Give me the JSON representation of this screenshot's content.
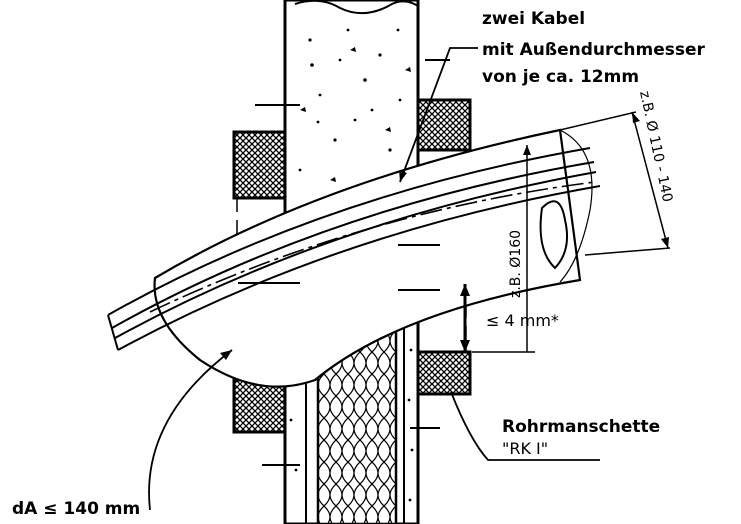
{
  "labels": {
    "cable_line1": "zwei Kabel",
    "cable_line2": "mit Außendurchmesser",
    "cable_line3": "von je ca. 12mm",
    "dim_outer": "z.B. Ø 110 - 140",
    "dim_pipe": "z.B. Ø160",
    "gap": "≤ 4 mm*",
    "sleeve_title": "Rohrmanschette",
    "sleeve_type": "\"RK I\"",
    "da": "dA ≤ 140 mm"
  }
}
